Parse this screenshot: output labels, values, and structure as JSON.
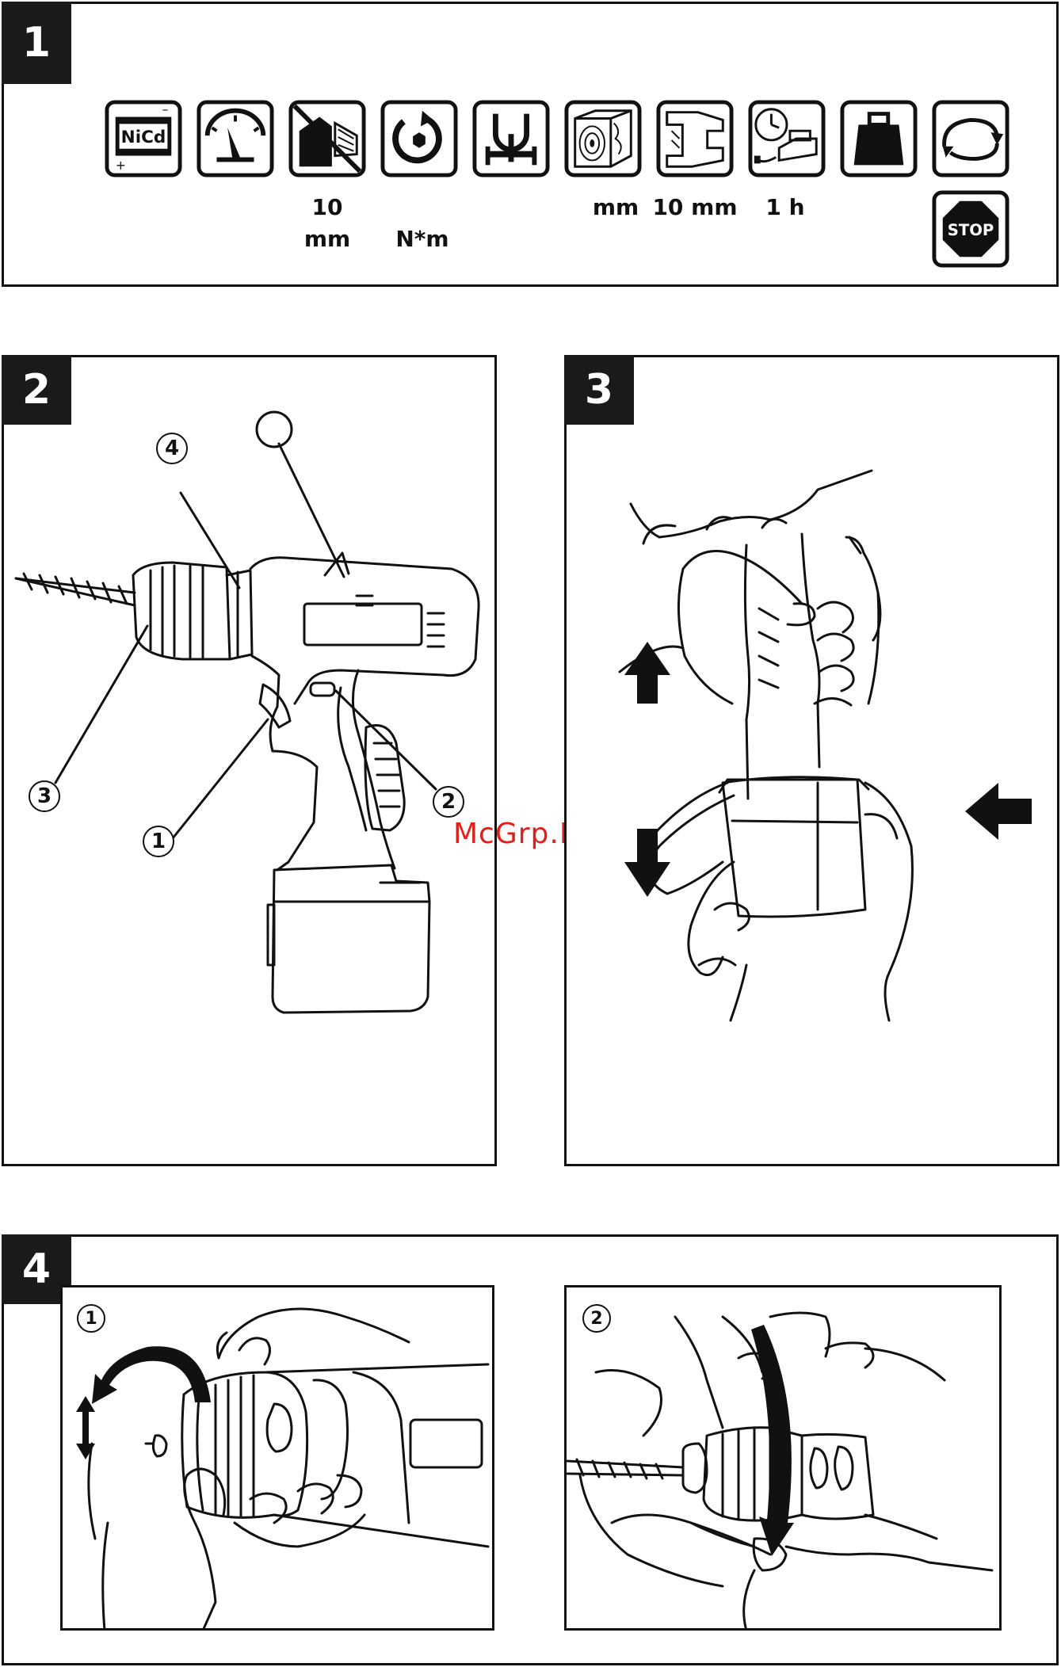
{
  "panels": {
    "p1": {
      "number": "1"
    },
    "p2": {
      "number": "2"
    },
    "p3": {
      "number": "3"
    },
    "p4": {
      "number": "4"
    }
  },
  "icons": [
    {
      "name": "nicd-battery-icon",
      "text": "NiCd"
    },
    {
      "name": "speed-gauge-icon"
    },
    {
      "name": "no-drilling-steel-icon"
    },
    {
      "name": "torque-rotation-icon"
    },
    {
      "name": "chuck-capacity-icon"
    },
    {
      "name": "wood-drilling-icon"
    },
    {
      "name": "steel-drilling-icon"
    },
    {
      "name": "charging-time-icon"
    },
    {
      "name": "weight-icon"
    },
    {
      "name": "reverse-rotation-icon"
    },
    {
      "name": "stop-icon",
      "text": "STOP"
    }
  ],
  "labels": {
    "steel_10": "10",
    "steel_mm": "mm",
    "torque": "N*m",
    "wood_mm": "mm",
    "steel_drill_mm": "10 mm",
    "charge_time": "1 h"
  },
  "callouts": {
    "c1": "1",
    "c2": "2",
    "c3": "3",
    "c4": "4"
  },
  "step_numbers": {
    "s1": "1",
    "s2": "2"
  },
  "watermark": "McGrp.Ru"
}
